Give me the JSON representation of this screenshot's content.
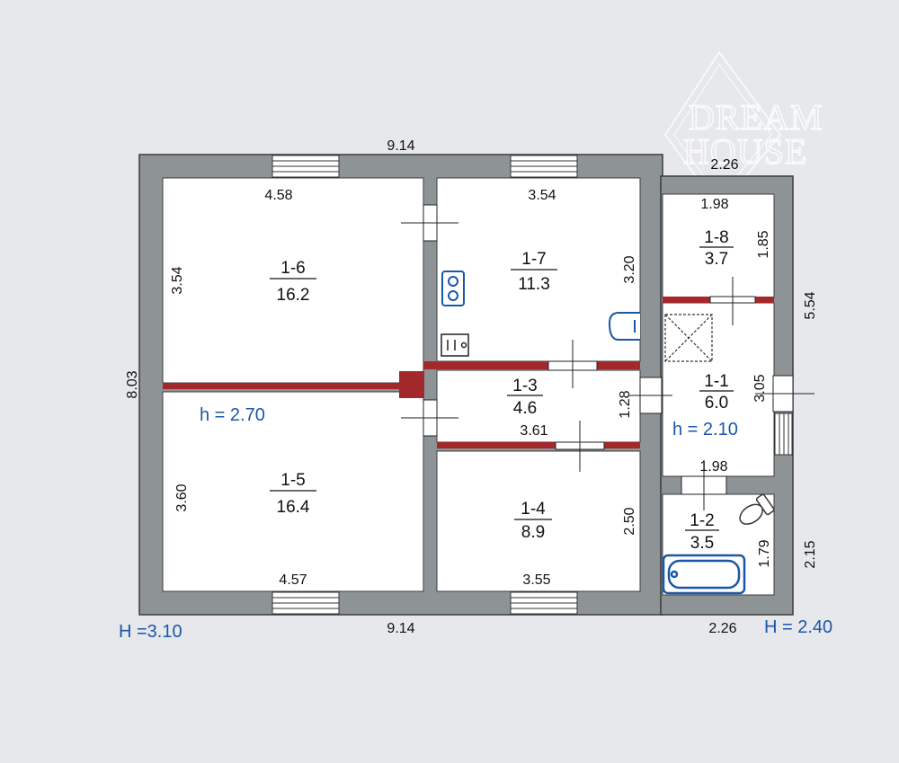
{
  "colors": {
    "background": "#e6e8ec",
    "wall": "#8e9496",
    "wall_edge": "#3a3d3f",
    "room_fill": "#ffffff",
    "partition": "#a3282c",
    "height_text": "#1a57a8",
    "fixture": "#1a57a8",
    "watermark": "#ffffff"
  },
  "watermark": {
    "line1": "DREAM",
    "line2": "HOUSE"
  },
  "outer_dims": {
    "top": "9.14",
    "bottom": "9.14",
    "left": "8.03",
    "annex_top": "2.26",
    "annex_bottom": "2.26",
    "annex_right": "5.54",
    "annex_right_lower": "2.15"
  },
  "heights": {
    "main_ceiling": "H =3.10",
    "annex_ceiling": "H = 2.40",
    "main_room": "h = 2.70",
    "annex_room": "h = 2.10"
  },
  "rooms": [
    {
      "id": "1-6",
      "area": "16.2",
      "dims": [
        "4.58",
        "3.54"
      ]
    },
    {
      "id": "1-7",
      "area": "11.3",
      "dims": [
        "3.54",
        "3.20"
      ]
    },
    {
      "id": "1-8",
      "area": "3.7",
      "dims": [
        "1.98",
        "1.85"
      ]
    },
    {
      "id": "1-3",
      "area": "4.6",
      "dims": [
        "3.61",
        "1.28"
      ]
    },
    {
      "id": "1-1",
      "area": "6.0",
      "dims": [
        "3.05"
      ]
    },
    {
      "id": "1-5",
      "area": "16.4",
      "dims": [
        "4.57",
        "3.60"
      ]
    },
    {
      "id": "1-4",
      "area": "8.9",
      "dims": [
        "3.55",
        "2.50"
      ]
    },
    {
      "id": "1-2",
      "area": "3.5",
      "dims": [
        "1.98",
        "1.79"
      ]
    }
  ],
  "fixtures": [
    "stove-icon",
    "kitchen-sink-icon",
    "wash-basin-icon",
    "bathtub-icon",
    "toilet-icon",
    "boiler-icon"
  ]
}
